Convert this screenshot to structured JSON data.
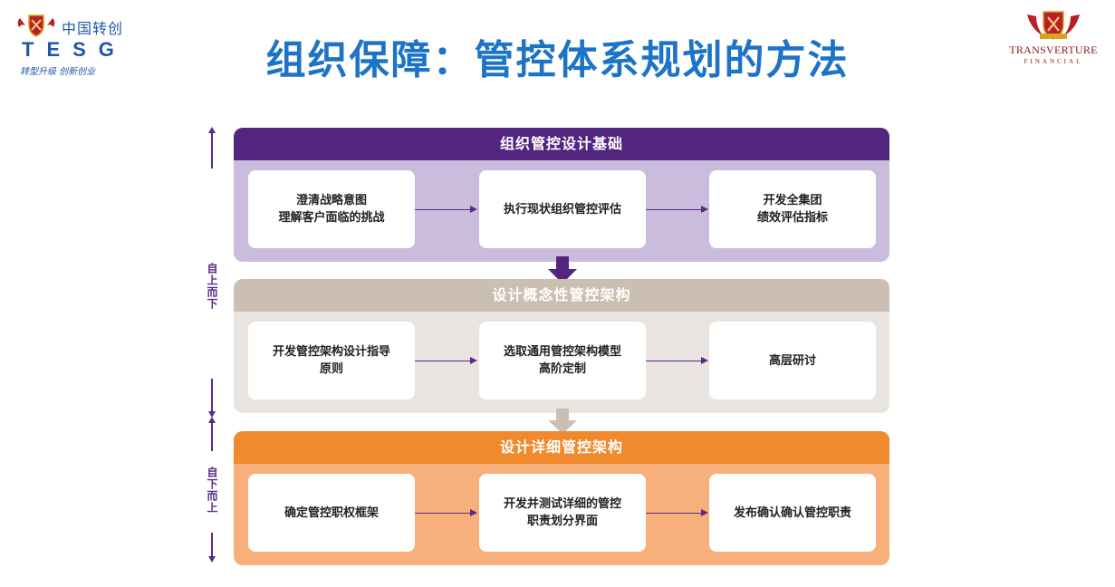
{
  "logo_left": {
    "cn": "中国转创",
    "en": "TESG",
    "slogan": "转型升级 创新创业"
  },
  "logo_right": {
    "name": "TRANSVERTURE",
    "sub": "FINANCIAL"
  },
  "title": "组织保障：管控体系规划的方法",
  "axis": {
    "top_down": "自上而下",
    "bottom_up": "自下而上"
  },
  "sections": [
    {
      "header": "组织管控设计基础",
      "color": "#52267f",
      "bg": "#c9bcdc",
      "cards": [
        {
          "lines": [
            "澄清战略意图",
            "理解客户面临的挑战"
          ]
        },
        {
          "lines": [
            "执行现状组织管控评估"
          ]
        },
        {
          "lines": [
            "开发全集团",
            "绩效评估指标"
          ]
        }
      ]
    },
    {
      "header": "设计概念性管控架构",
      "color": "#cbbfb3",
      "bg": "#e9e4df",
      "cards": [
        {
          "lines": [
            "开发管控架构设计指导",
            "原则"
          ]
        },
        {
          "lines": [
            "选取通用管控架构模型",
            "高阶定制"
          ]
        },
        {
          "lines": [
            "高层研讨"
          ]
        }
      ]
    },
    {
      "header": "设计详细管控架构",
      "color": "#f08a2c",
      "bg": "#f7b07c",
      "cards": [
        {
          "lines": [
            "确定管控职权框架"
          ]
        },
        {
          "lines": [
            "开发并测试详细的管控",
            "职责划分界面"
          ]
        },
        {
          "lines": [
            "发布确认确认管控职责"
          ]
        }
      ]
    }
  ]
}
